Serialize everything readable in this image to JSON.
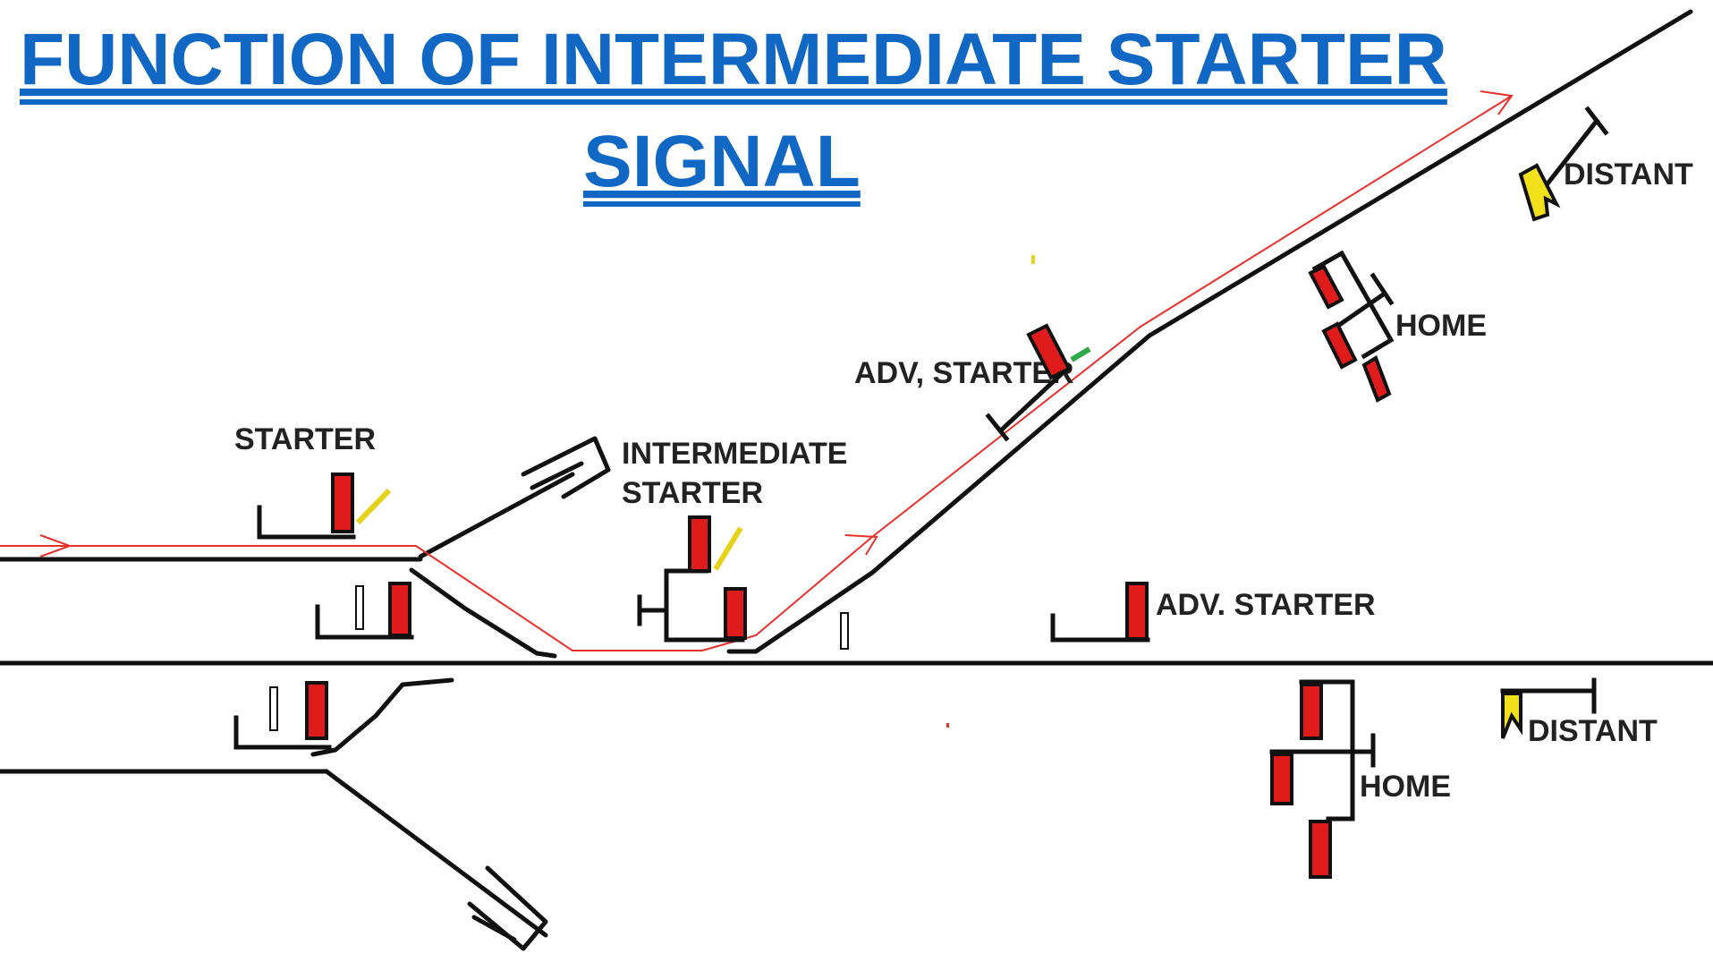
{
  "title": {
    "line1": "FUNCTION OF INTERMEDIATE STARTER",
    "line2": "SIGNAL"
  },
  "labels": {
    "starter": "STARTER",
    "intermediate_line1": "INTERMEDIATE",
    "intermediate_line2": "STARTER",
    "adv_starter_upper": "ADV, STARTER",
    "home_upper": "HOME",
    "distant_upper": "DISTANT",
    "adv_starter_lower": "ADV. STARTER",
    "home_lower": "HOME",
    "distant_lower": "DISTANT"
  },
  "colors": {
    "title": "#1167c4",
    "track": "#111111",
    "route": "#e8302a",
    "stop_arm": "#e01b1b",
    "distant_arm": "#f2e01a",
    "off_indicator_yellow": "#e6d21a",
    "off_indicator_green": "#2fa84a"
  }
}
